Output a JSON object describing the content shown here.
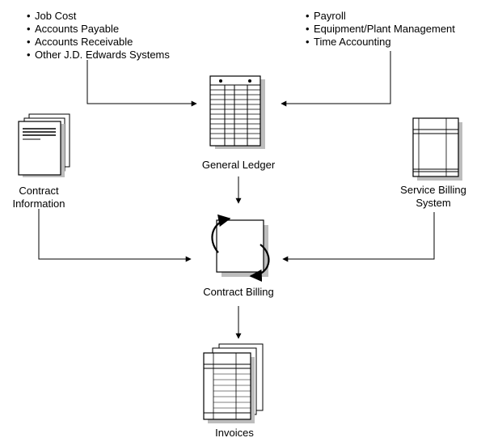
{
  "sources_left": {
    "items": [
      "Job Cost",
      "Accounts Payable",
      "Accounts Receivable",
      "Other J.D. Edwards Systems"
    ]
  },
  "sources_right": {
    "items": [
      "Payroll",
      "Equipment/Plant Management",
      "Time Accounting"
    ]
  },
  "nodes": {
    "general_ledger": "General Ledger",
    "contract_information": "Contract Information",
    "service_billing": "Service Billing System",
    "contract_billing": "Contract Billing",
    "invoices": "Invoices"
  }
}
